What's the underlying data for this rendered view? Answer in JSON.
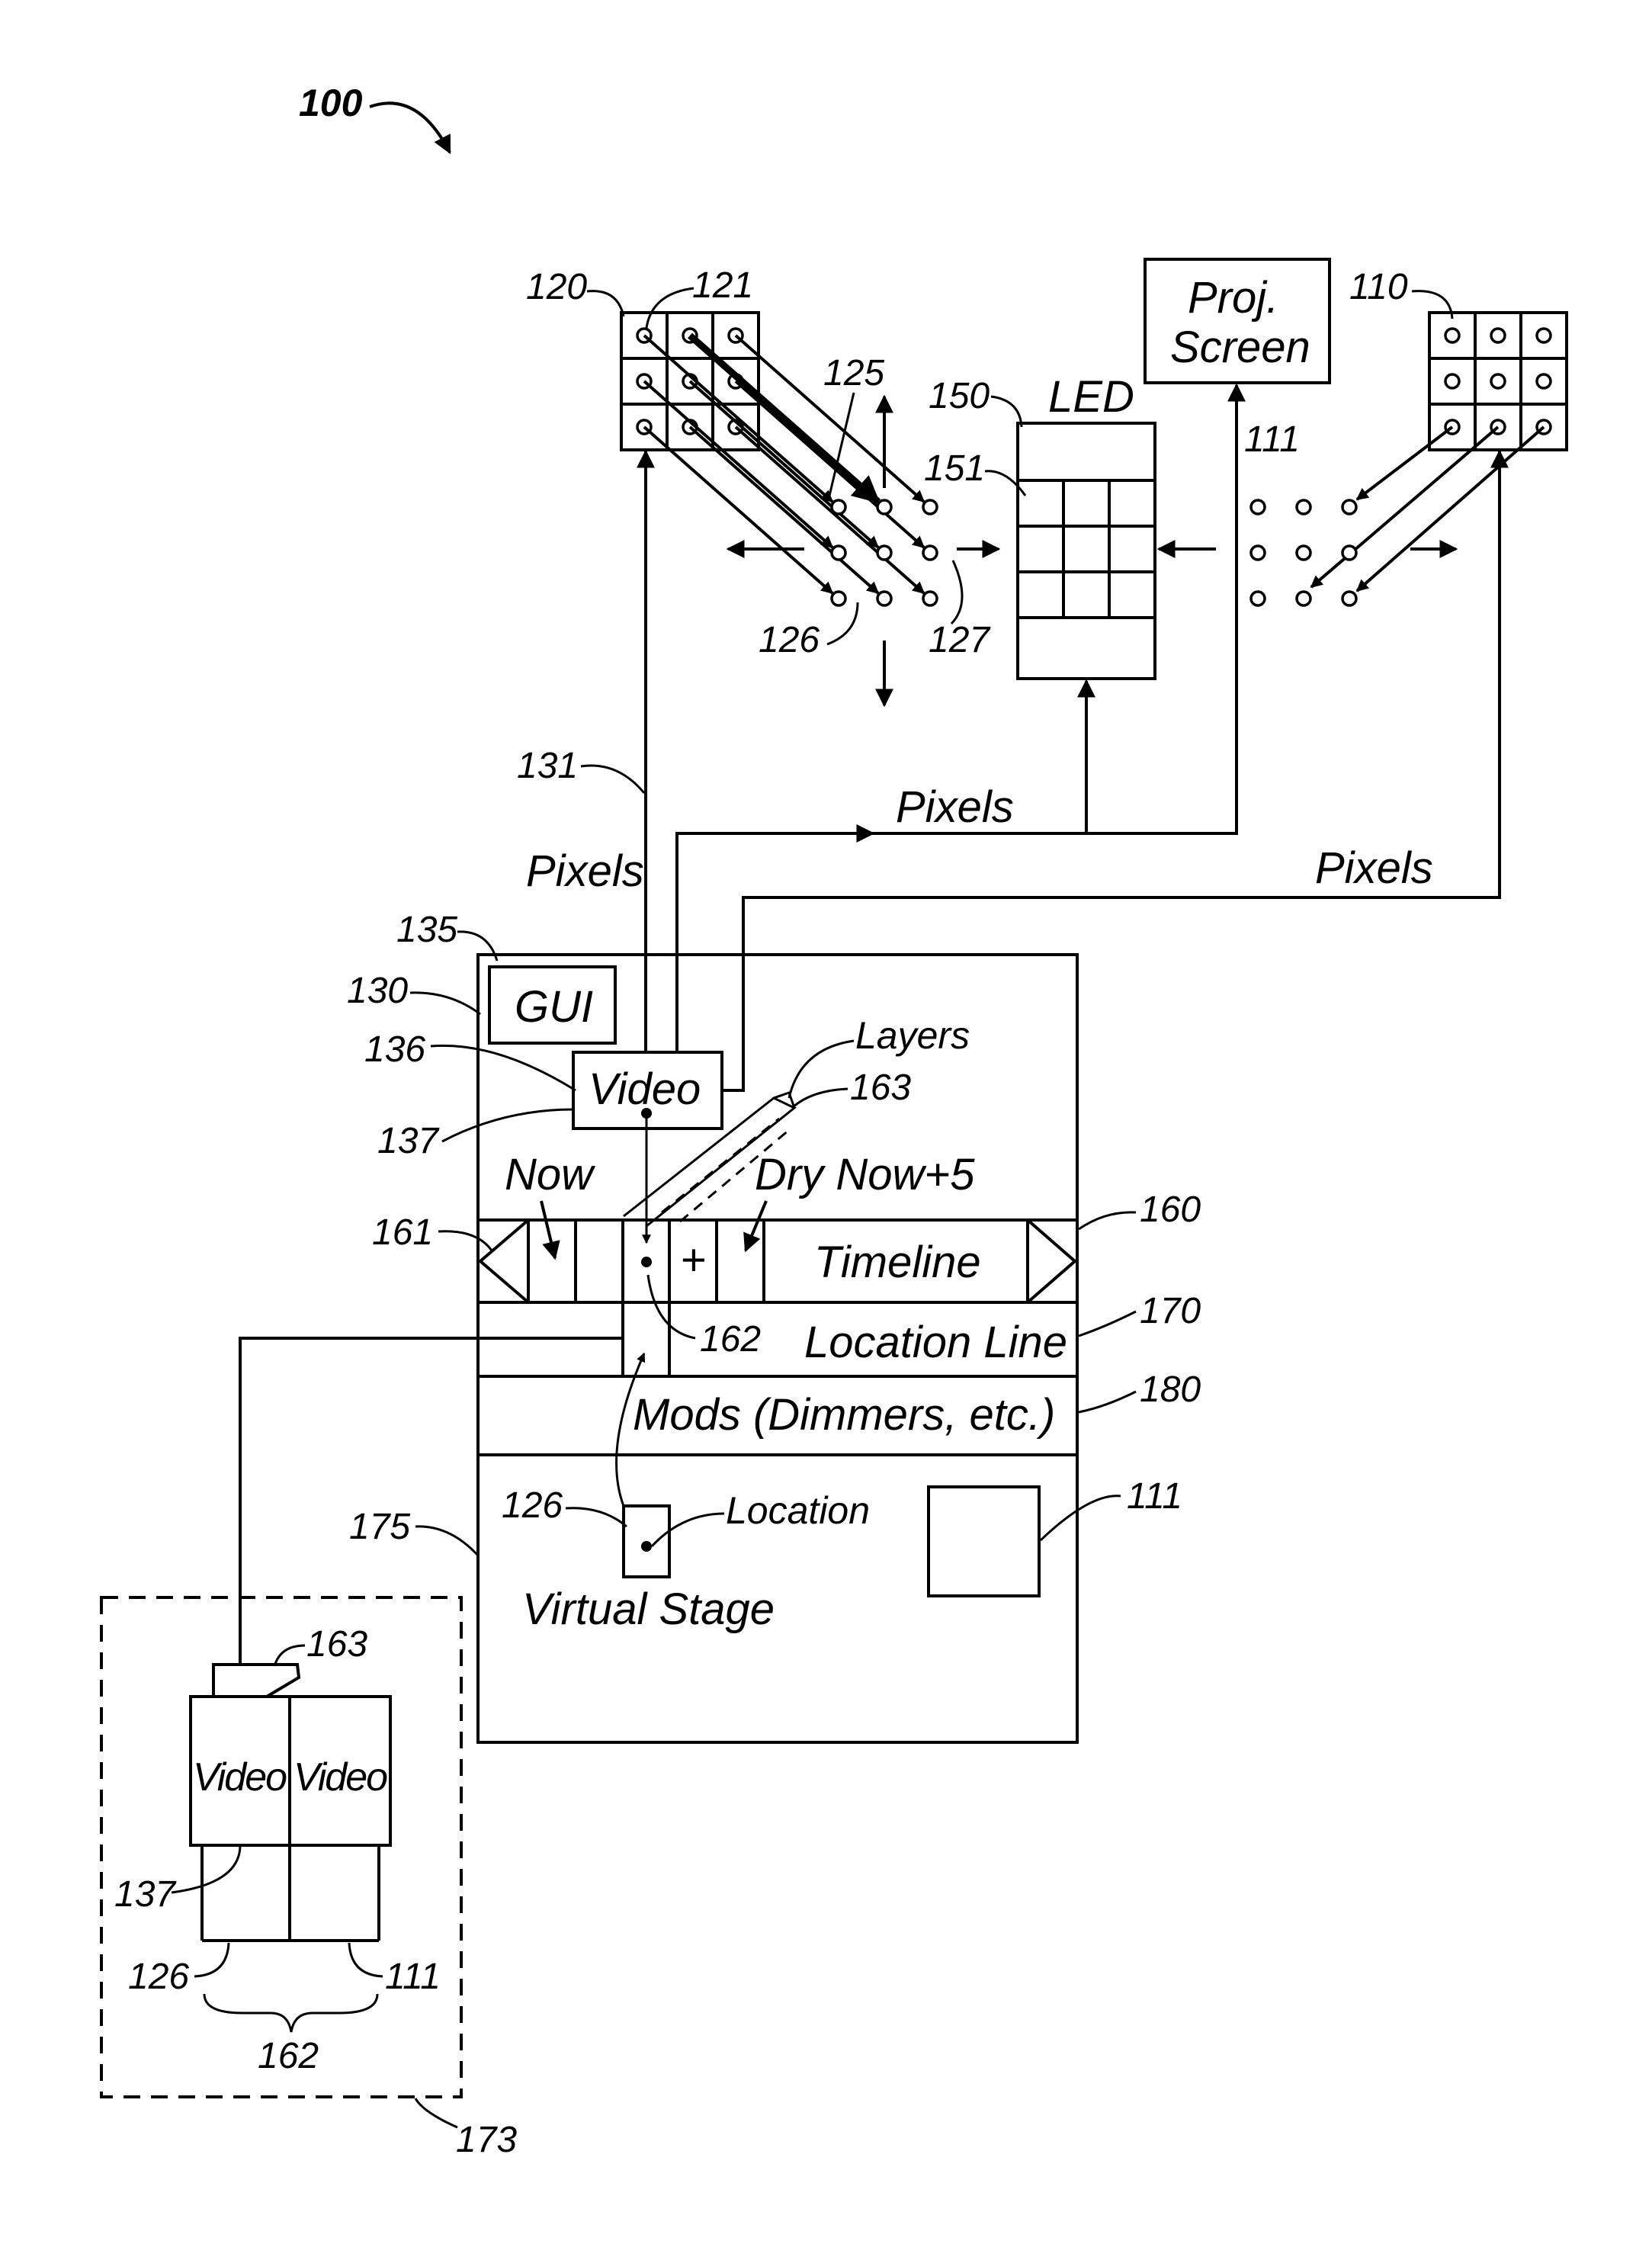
{
  "refs": {
    "r100": "100",
    "r120": "120",
    "r121": "121",
    "r125": "125",
    "r126a": "126",
    "r127": "127",
    "r150": "150",
    "r151": "151",
    "r110": "110",
    "r111a": "111",
    "r131": "131",
    "r135": "135",
    "r130": "130",
    "r136": "136",
    "r137a": "137",
    "r163a": "163",
    "r161": "161",
    "r160": "160",
    "r162a": "162",
    "r170": "170",
    "r180": "180",
    "r175": "175",
    "r126b": "126",
    "r111b": "111",
    "r163b": "163",
    "r137b": "137",
    "r126c": "126",
    "r111c": "111",
    "r162b": "162",
    "r173": "173"
  },
  "labels": {
    "led": "LED",
    "proj_line1": "Proj.",
    "proj_line2": "Screen",
    "pixels_left": "Pixels",
    "pixels_mid": "Pixels",
    "pixels_right": "Pixels",
    "gui": "GUI",
    "video": "Video",
    "layers": "Layers",
    "now": "Now",
    "dry_now": "Dry Now+5",
    "plus": "+",
    "timeline": "Timeline",
    "location_line": "Location Line",
    "mods": "Mods (Dimmers, etc.)",
    "location": "Location",
    "virtual_stage": "Virtual Stage",
    "video_a": "Video",
    "video_b": "Video"
  }
}
